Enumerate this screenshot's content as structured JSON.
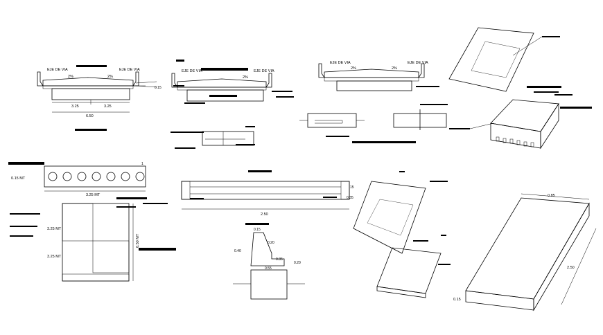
{
  "labels": {
    "axis_left": "EJE DE VIA",
    "axis_right": "EJE DE VIA",
    "slope_left": "2%",
    "slope_right": "2%",
    "curb_height": "0.15",
    "lane_left": "3.25",
    "lane_right": "3.25",
    "road_total": "6.50",
    "slab_thickness": "0.15 MT",
    "slab_length": "3.25 MT",
    "slab_index": "1",
    "panel_dim_top": "3.25 MT",
    "panel_dim_bottom": "3.25 MT",
    "panel_dim_side": "6.50 MT",
    "beam_span": "2.50",
    "beam_right_top": "15",
    "beam_right_bottom": "0.35",
    "curb_top": "0.15",
    "curb_mid": "0.20",
    "curb_height_total": "0.40",
    "curb_step": "0.35",
    "curb_base": "0.55",
    "curb_right": "0.20",
    "mat_width": "0.85",
    "mat_length": "2.50",
    "mat_thickness": "0.15"
  }
}
